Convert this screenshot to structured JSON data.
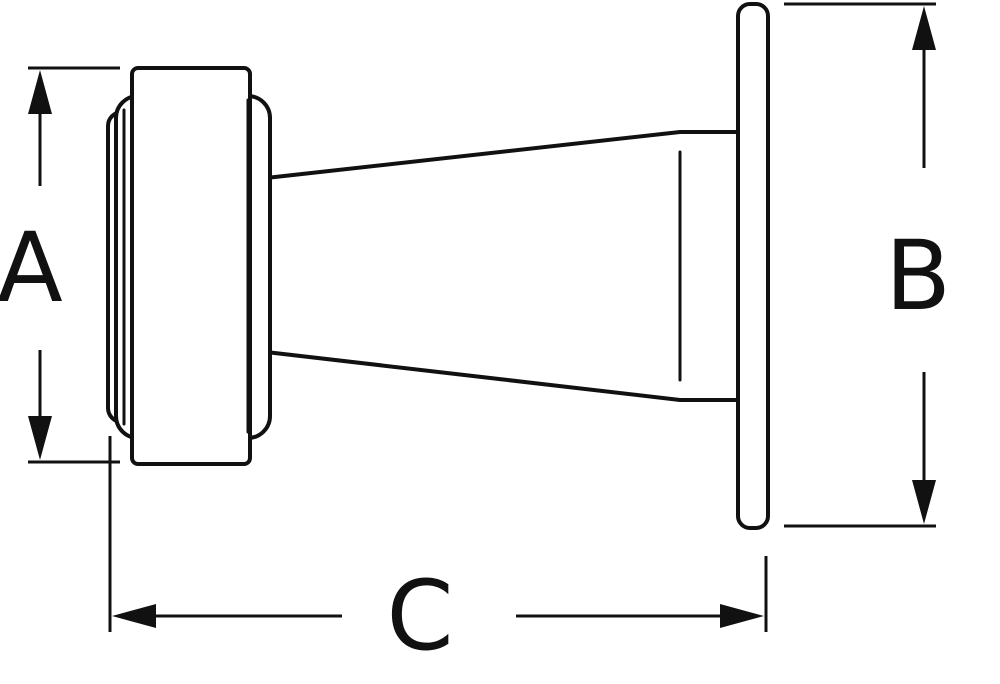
{
  "colors": {
    "stroke": "#111111",
    "background": "#ffffff"
  },
  "dimensions": {
    "a_label": "A",
    "b_label": "B",
    "c_label": "C"
  }
}
